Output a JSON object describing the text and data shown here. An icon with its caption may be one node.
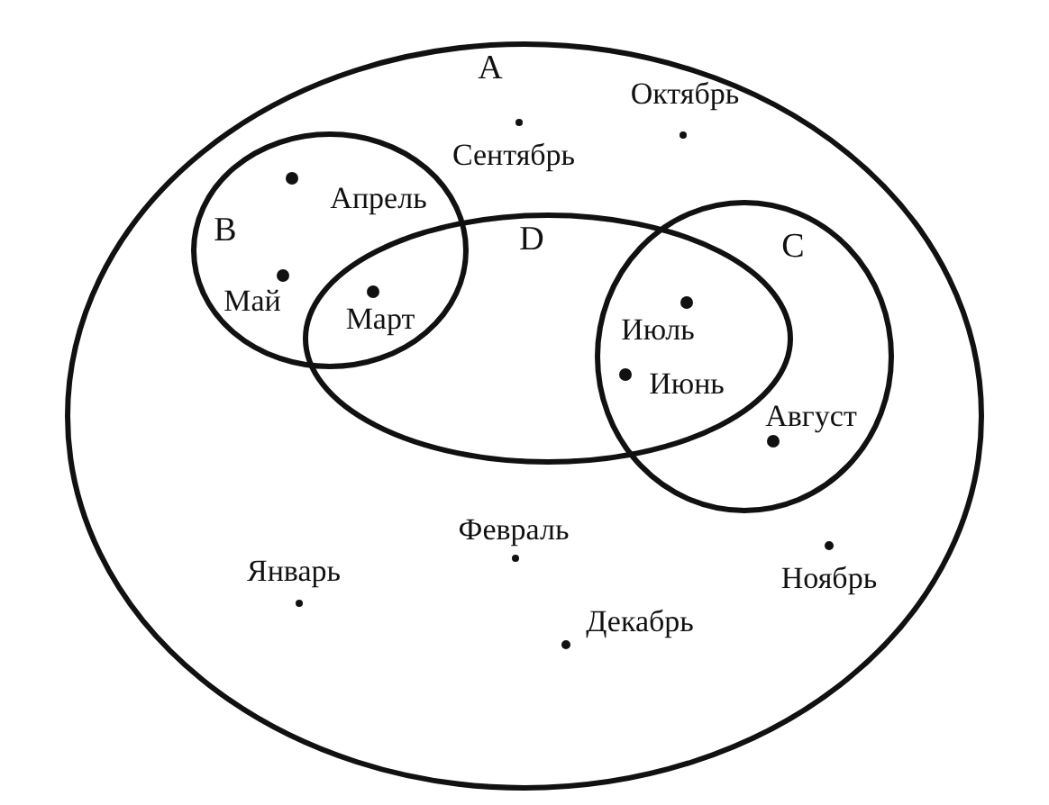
{
  "diagram": {
    "nodes": [
      {
        "text": [
          "A"
        ]
      },
      {
        "text": [
          "B"
        ],
        "in": 0
      },
      {
        "text": [
          "D"
        ],
        "in": 0
      },
      {
        "text": [
          "C"
        ],
        "in": 0
      }
    ],
    "labels": [
      "Октябрь",
      "Сентябрь",
      "Апрель",
      "Май",
      "Март",
      "Июль",
      "Июнь",
      "Август",
      "Февраль",
      "Январь",
      "Ноябрь",
      "Декабрь"
    ]
  }
}
